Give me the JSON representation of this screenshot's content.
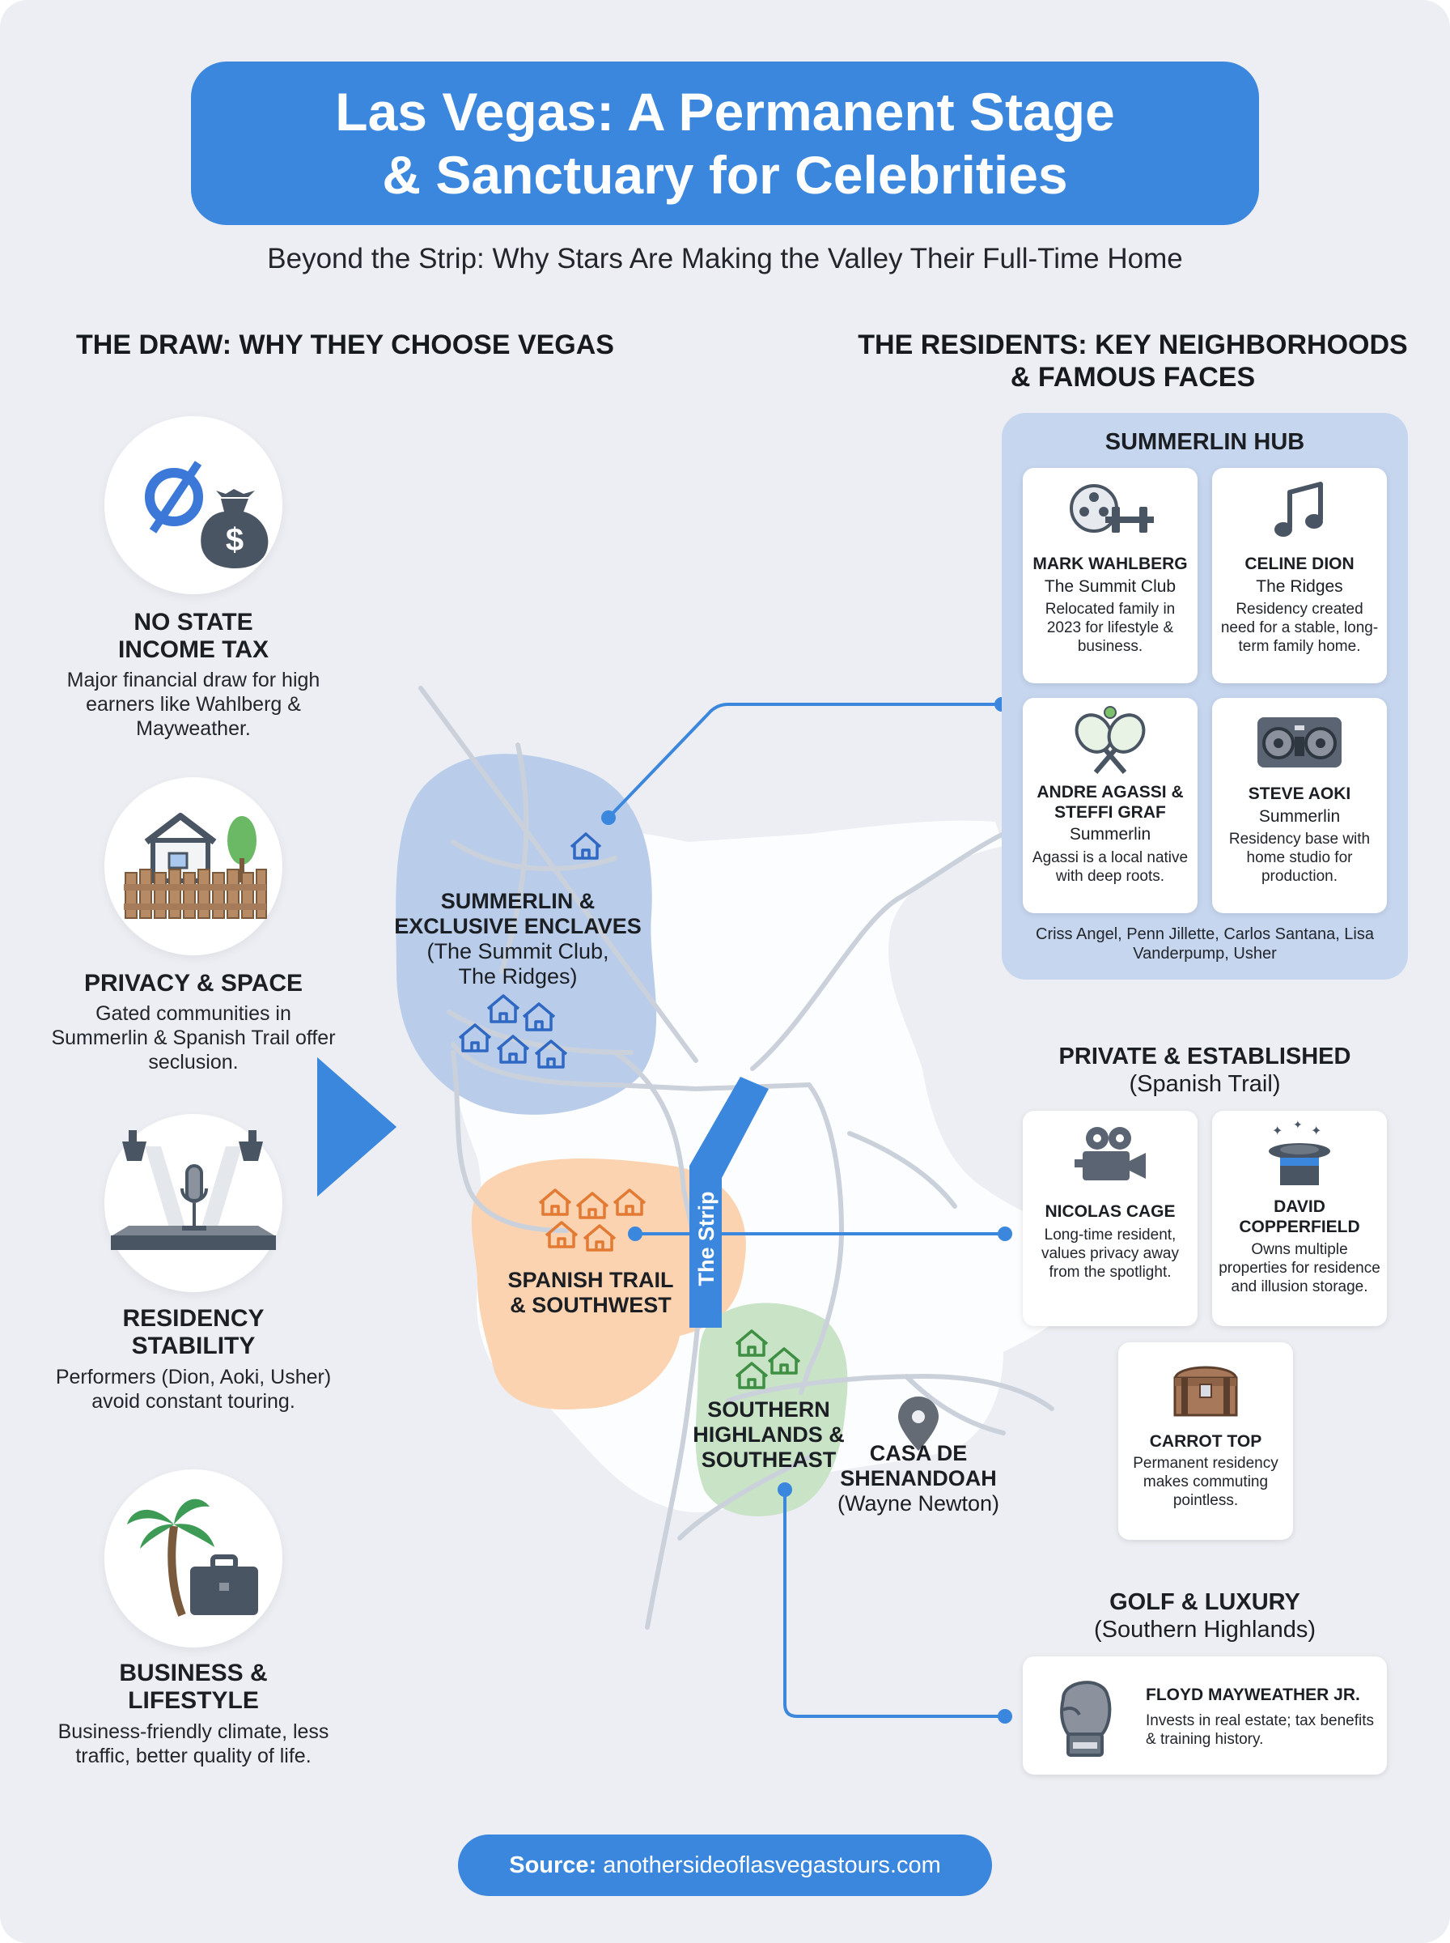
{
  "header": {
    "title": "Las Vegas: A Permanent Stage\n& Sanctuary for Celebrities",
    "subtitle": "Beyond the Strip: Why Stars Are Making the Valley Their Full-Time Home"
  },
  "draw": {
    "heading": "THE DRAW: WHY THEY CHOOSE VEGAS",
    "factors": [
      {
        "icon": "no-tax-money-bag-icon",
        "title": "NO STATE\nINCOME TAX",
        "desc": "Major financial draw for high earners like Wahlberg & Mayweather."
      },
      {
        "icon": "house-fence-tree-icon",
        "title": "PRIVACY & SPACE",
        "desc": "Gated communities in Summerlin & Spanish Trail offer seclusion."
      },
      {
        "icon": "microphone-spotlight-icon",
        "title": "RESIDENCY\nSTABILITY",
        "desc": "Performers (Dion, Aoki, Usher) avoid constant touring."
      },
      {
        "icon": "palm-tree-briefcase-icon",
        "title": "BUSINESS &\nLIFESTYLE",
        "desc": "Business-friendly climate, less traffic, better quality of life."
      }
    ]
  },
  "residents": {
    "heading": "THE RESIDENTS: KEY NEIGHBORHOODS\n& FAMOUS FACES"
  },
  "map": {
    "summerlin": {
      "name": "SUMMERLIN &\nEXCLUSIVE ENCLAVES",
      "sub": "(The Summit Club,\nThe Ridges)"
    },
    "spanish_trail": {
      "name": "SPANISH TRAIL\n& SOUTHWEST"
    },
    "southern_highlands": {
      "name": "SOUTHERN\nHIGHLANDS &\nSOUTHEAST"
    },
    "casa": {
      "name": "CASA DE\nSHENANDOAH",
      "sub": "(Wayne Newton)"
    },
    "strip_label": "The Strip",
    "colors": {
      "summerlin": "#b9cdeb",
      "spanish_trail": "#fbd3b0",
      "southern_highlands": "#c9e3c7",
      "strip": "#3b87de",
      "connector": "#3b87de"
    }
  },
  "summerlin_hub": {
    "title": "SUMMERLIN HUB",
    "cards": [
      {
        "icon": "film-reel-dumbbell-icon",
        "name": "MARK WAHLBERG",
        "location": "The Summit Club",
        "desc": "Relocated family in 2023 for lifestyle & business."
      },
      {
        "icon": "music-note-icon",
        "name": "CELINE DION",
        "location": "The Ridges",
        "desc": "Residency created need for a stable, long-term family home."
      },
      {
        "icon": "tennis-rackets-icon",
        "name": "ANDRE AGASSI &\nSTEFFI GRAF",
        "location": "Summerlin",
        "desc": "Agassi is a local native with deep roots."
      },
      {
        "icon": "dj-speaker-icon",
        "name": "STEVE AOKI",
        "location": "Summerlin",
        "desc": "Residency base with home studio for production."
      }
    ],
    "others": "Criss Angel, Penn Jillette, Carlos Santana, Lisa Vanderpump, Usher"
  },
  "spanish_trail_group": {
    "heading": "PRIVATE & ESTABLISHED",
    "sub": "(Spanish Trail)",
    "cards": [
      {
        "icon": "movie-camera-icon",
        "name": "NICOLAS CAGE",
        "desc": "Long-time resident, values privacy away from the spotlight."
      },
      {
        "icon": "magic-top-hat-icon",
        "name": "DAVID\nCOPPERFIELD",
        "desc": "Owns multiple properties for residence and illusion storage."
      },
      {
        "icon": "treasure-chest-icon",
        "name": "CARROT TOP",
        "desc": "Permanent residency makes commuting pointless."
      }
    ]
  },
  "golf_group": {
    "heading": "GOLF & LUXURY",
    "sub": "(Southern Highlands)",
    "card": {
      "icon": "boxing-glove-icon",
      "name": "FLOYD MAYWEATHER JR.",
      "desc": "Invests in real estate; tax benefits & training history."
    }
  },
  "source": {
    "label": "Source:",
    "value": "anothersideoflasvegastours.com"
  }
}
